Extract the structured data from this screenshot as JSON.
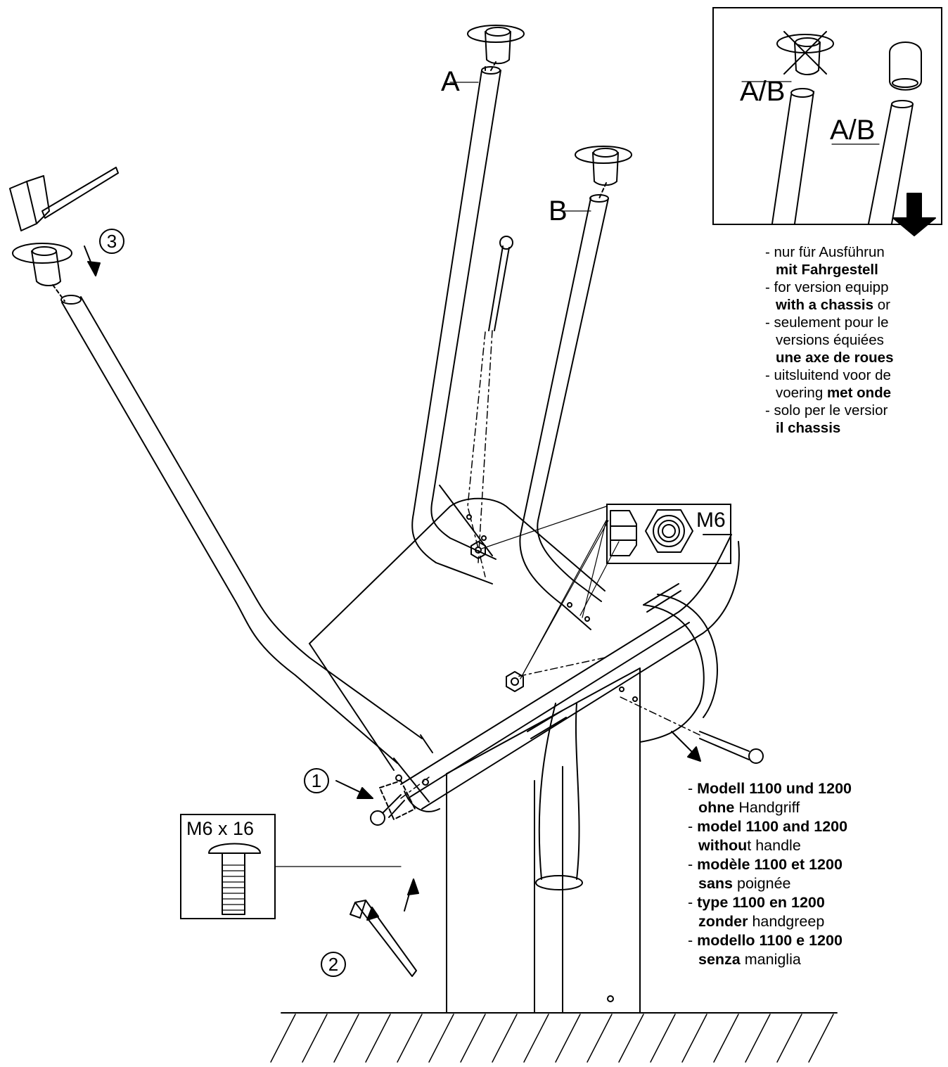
{
  "labels": {
    "tube_a": "A",
    "tube_b": "B",
    "inset_ab_1": "A/B",
    "inset_ab_2": "A/B",
    "nut_size": "M6",
    "bolt_size": "M6 x 16",
    "step_1": "1",
    "step_2": "2",
    "step_3": "3"
  },
  "chassis_note": [
    {
      "lead": "- nur für Ausführun",
      "bold": "",
      "tail": ""
    },
    {
      "lead": "",
      "bold": "mit Fahrgestell",
      "tail": ""
    },
    {
      "lead": "- for version equipp",
      "bold": "",
      "tail": ""
    },
    {
      "lead": "",
      "bold": "with a chassis",
      "tail": " or"
    },
    {
      "lead": "- seulement pour le",
      "bold": "",
      "tail": ""
    },
    {
      "lead": "versions équiées",
      "bold": "",
      "tail": ""
    },
    {
      "lead": "",
      "bold": "une axe de roues",
      "tail": ""
    },
    {
      "lead": "- uitsluitend voor de",
      "bold": "",
      "tail": ""
    },
    {
      "lead": "voering ",
      "bold": "met onde",
      "tail": ""
    },
    {
      "lead": "- solo per le versior",
      "bold": "",
      "tail": ""
    },
    {
      "lead": "",
      "bold": "il chassis",
      "tail": ""
    }
  ],
  "model_note": [
    {
      "lead": "- ",
      "bold": "Modell 1100 und 1200",
      "tail": ""
    },
    {
      "lead": "",
      "bold": "ohne",
      "tail": " Handgriff"
    },
    {
      "lead": "- ",
      "bold": "model 1100 and 1200",
      "tail": ""
    },
    {
      "lead": "",
      "bold": "withou",
      "tail": "t handle"
    },
    {
      "lead": "- ",
      "bold": "modèle 1100 et 1200",
      "tail": ""
    },
    {
      "lead": "",
      "bold": "sans",
      "tail": " poignée"
    },
    {
      "lead": "- ",
      "bold": "type 1100 en 1200",
      "tail": ""
    },
    {
      "lead": "",
      "bold": "zonder",
      "tail": " handgreep"
    },
    {
      "lead": "- ",
      "bold": "modello 1100 e 1200",
      "tail": ""
    },
    {
      "lead": "",
      "bold": "senza",
      "tail": " maniglia"
    }
  ]
}
